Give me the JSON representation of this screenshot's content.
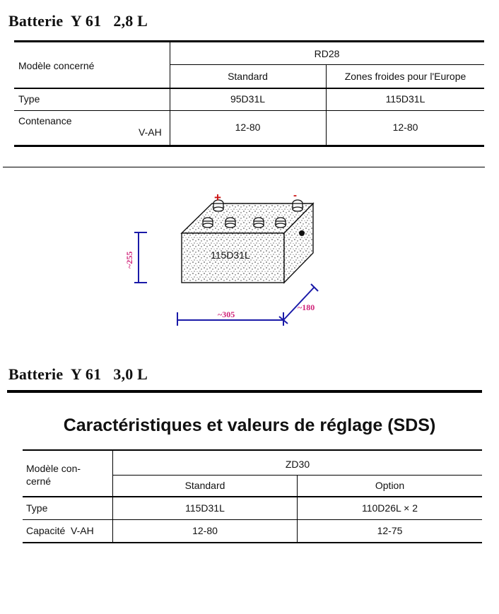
{
  "section1": {
    "heading": "Batterie  Y 61   2,8 L",
    "table": {
      "model_label": "Modèle concerné",
      "model": "RD28",
      "col_standard": "Standard",
      "col_cold": "Zones froides pour l'Europe",
      "row_type_label": "Type",
      "type_standard": "95D31L",
      "type_cold": "115D31L",
      "row_capacity_label": "Contenance",
      "row_capacity_unit": "V-AH",
      "capacity_standard": "12-80",
      "capacity_cold": "12-80"
    }
  },
  "diagram": {
    "battery_label": "115D31L",
    "plus_sign": "+",
    "minus_sign": "-",
    "height": "~255",
    "length": "~305",
    "width": "~180",
    "colors": {
      "dimension_line": "#1a1aa8",
      "dimension_text": "#d0237a",
      "plus": "#cc1111",
      "minus": "#cc1111"
    }
  },
  "section2": {
    "heading": "Batterie  Y 61   3,0 L",
    "sds_title": "Caractéristiques et valeurs de réglage (SDS)",
    "table": {
      "model_label_line1": "Modèle con-",
      "model_label_line2": "cerné",
      "model": "ZD30",
      "col_standard": "Standard",
      "col_option": "Option",
      "row_type_label": "Type",
      "type_standard": "115D31L",
      "type_option": "110D26L × 2",
      "row_capacity_label": "Capacité  V-AH",
      "capacity_standard": "12-80",
      "capacity_option": "12-75"
    }
  }
}
